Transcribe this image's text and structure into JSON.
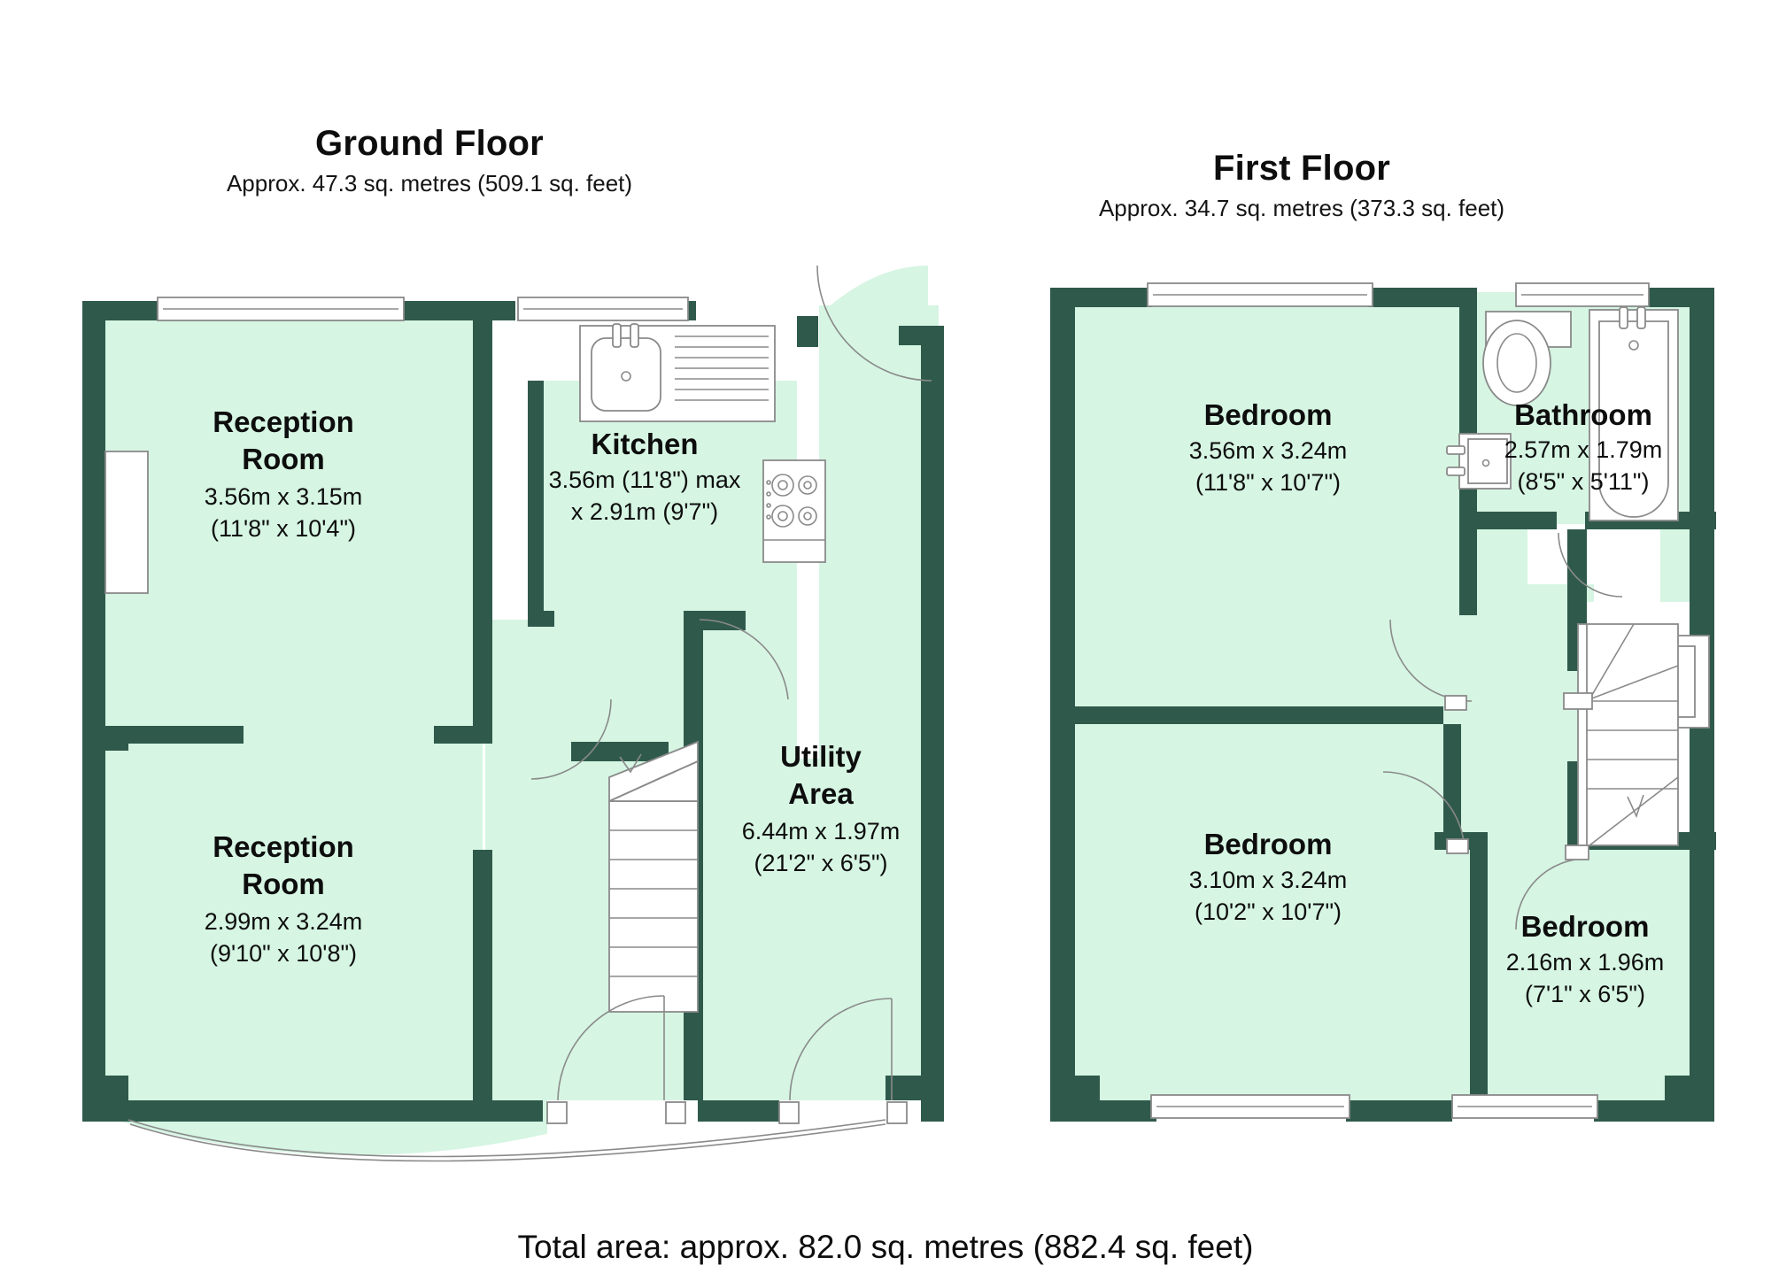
{
  "document": {
    "type": "floor-plan",
    "total_area_text": "Total area: approx. 82.0 sq. metres (882.4 sq. feet)"
  },
  "floors": [
    {
      "id": "ground",
      "title": "Ground Floor",
      "area_text": "Approx. 47.3 sq. metres (509.1 sq. feet)",
      "rooms": [
        {
          "name": "Reception",
          "name2": "Room",
          "dim_metric": "3.56m x 3.15m",
          "dim_imperial": "(11'8\" x 10'4\")"
        },
        {
          "name": "Reception",
          "name2": "Room",
          "dim_metric": "2.99m x 3.24m",
          "dim_imperial": "(9'10\" x 10'8\")"
        },
        {
          "name": "Kitchen",
          "name2": "",
          "dim_metric": "3.56m (11'8\") max",
          "dim_imperial": "x 2.91m (9'7\")"
        },
        {
          "name": "Utility",
          "name2": "Area",
          "dim_metric": "6.44m x 1.97m",
          "dim_imperial": "(21'2\" x 6'5\")"
        }
      ]
    },
    {
      "id": "first",
      "title": "First Floor",
      "area_text": "Approx. 34.7 sq. metres (373.3 sq. feet)",
      "rooms": [
        {
          "name": "Bedroom",
          "name2": "",
          "dim_metric": "3.56m x 3.24m",
          "dim_imperial": "(11'8\" x 10'7\")"
        },
        {
          "name": "Bathroom",
          "name2": "",
          "dim_metric": "2.57m x 1.79m",
          "dim_imperial": "(8'5\" x 5'11\")"
        },
        {
          "name": "Bedroom",
          "name2": "",
          "dim_metric": "3.10m x 3.24m",
          "dim_imperial": "(10'2\" x 10'7\")"
        },
        {
          "name": "Bedroom",
          "name2": "",
          "dim_metric": "2.16m x 1.96m",
          "dim_imperial": "(7'1\" x 6'5\")"
        }
      ]
    }
  ],
  "colors": {
    "wall": "#2f5a4b",
    "room_fill": "#d6f5e3",
    "fixture_stroke": "#8a8a8a",
    "text": "#0d0d0d",
    "background": "#ffffff"
  },
  "fixtures": {
    "ground": [
      "kitchen-sink",
      "kitchen-drainer",
      "kitchen-hob",
      "staircase",
      "front-door",
      "utility-door",
      "bay-window",
      "window",
      "radiator"
    ],
    "first": [
      "toilet",
      "bathtub",
      "washbasin",
      "staircase",
      "window",
      "doors"
    ]
  }
}
